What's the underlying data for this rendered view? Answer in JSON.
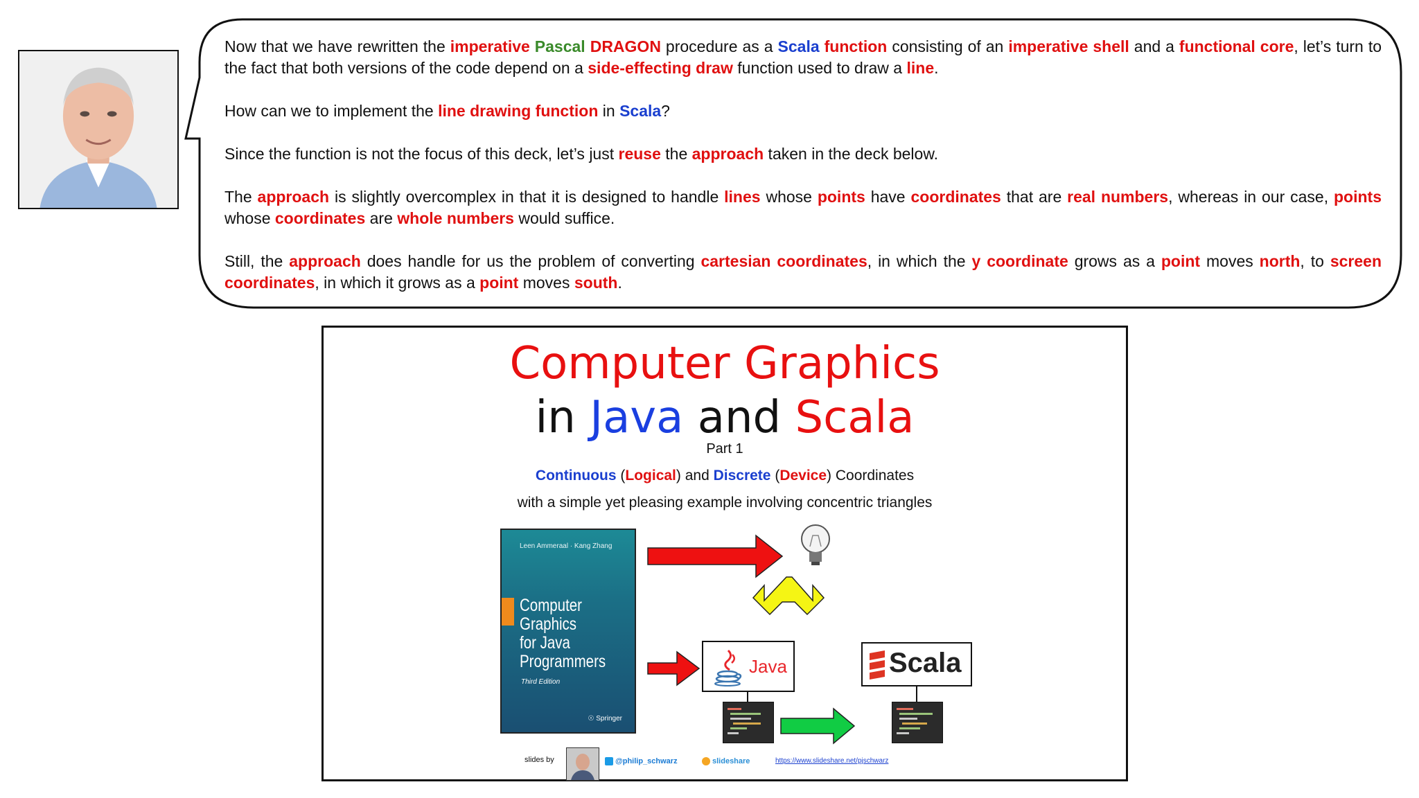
{
  "speech": {
    "p1": [
      {
        "t": "Now that we have rewritten the ",
        "c": ""
      },
      {
        "t": "imperative",
        "c": "r"
      },
      {
        "t": " ",
        "c": ""
      },
      {
        "t": "Pascal",
        "c": "g"
      },
      {
        "t": " ",
        "c": ""
      },
      {
        "t": "DRAGON",
        "c": "r"
      },
      {
        "t": " procedure as a ",
        "c": ""
      },
      {
        "t": "Scala",
        "c": "b"
      },
      {
        "t": " ",
        "c": ""
      },
      {
        "t": "function",
        "c": "r"
      },
      {
        "t": " consisting of an ",
        "c": ""
      },
      {
        "t": "imperative shell",
        "c": "r"
      },
      {
        "t": " and a ",
        "c": ""
      },
      {
        "t": "functional core",
        "c": "r"
      },
      {
        "t": ", let’s turn to the fact that both versions of the code depend on a ",
        "c": ""
      },
      {
        "t": "side-effecting draw",
        "c": "r"
      },
      {
        "t": " function used to draw a ",
        "c": ""
      },
      {
        "t": "line",
        "c": "r"
      },
      {
        "t": ".",
        "c": ""
      }
    ],
    "p2": [
      {
        "t": "How can we to implement the ",
        "c": ""
      },
      {
        "t": "line drawing function",
        "c": "r"
      },
      {
        "t": " in ",
        "c": ""
      },
      {
        "t": "Scala",
        "c": "b"
      },
      {
        "t": "?",
        "c": ""
      }
    ],
    "p3": [
      {
        "t": "Since the function is not the focus of this deck, let’s just ",
        "c": ""
      },
      {
        "t": "reuse",
        "c": "r"
      },
      {
        "t": " the ",
        "c": ""
      },
      {
        "t": "approach",
        "c": "r"
      },
      {
        "t": " taken in the deck below.",
        "c": ""
      }
    ],
    "p4": [
      {
        "t": "The ",
        "c": ""
      },
      {
        "t": "approach",
        "c": "r"
      },
      {
        "t": " is slightly overcomplex in that it is designed to handle ",
        "c": ""
      },
      {
        "t": "lines",
        "c": "r"
      },
      {
        "t": " whose ",
        "c": ""
      },
      {
        "t": "points",
        "c": "r"
      },
      {
        "t": " have ",
        "c": ""
      },
      {
        "t": "coordinates",
        "c": "r"
      },
      {
        "t": " that are ",
        "c": ""
      },
      {
        "t": "real numbers",
        "c": "r"
      },
      {
        "t": ", whereas in our case, ",
        "c": ""
      },
      {
        "t": "points",
        "c": "r"
      },
      {
        "t": " whose ",
        "c": ""
      },
      {
        "t": "coordinates",
        "c": "r"
      },
      {
        "t": " are ",
        "c": ""
      },
      {
        "t": "whole numbers",
        "c": "r"
      },
      {
        "t": " would suffice.",
        "c": ""
      }
    ],
    "p5": [
      {
        "t": "Still, the ",
        "c": ""
      },
      {
        "t": "approach",
        "c": "r"
      },
      {
        "t": " does handle for us the problem of converting ",
        "c": ""
      },
      {
        "t": "cartesian coordinates",
        "c": "r"
      },
      {
        "t": ", in which the ",
        "c": ""
      },
      {
        "t": "y coordinate",
        "c": "r"
      },
      {
        "t": " grows as a ",
        "c": ""
      },
      {
        "t": "point",
        "c": "r"
      },
      {
        "t": " moves ",
        "c": ""
      },
      {
        "t": "north",
        "c": "r"
      },
      {
        "t": ", to ",
        "c": ""
      },
      {
        "t": "screen coordinates",
        "c": "r"
      },
      {
        "t": ", in which it grows as a ",
        "c": ""
      },
      {
        "t": "point",
        "c": "r"
      },
      {
        "t": " moves  ",
        "c": ""
      },
      {
        "t": "south",
        "c": "r"
      },
      {
        "t": ".",
        "c": ""
      }
    ]
  },
  "deck": {
    "title_line1": "Computer Graphics",
    "title_in": "in ",
    "title_java": "Java",
    "title_and": " and ",
    "title_scala": "Scala",
    "part": "Part 1",
    "sub_continuous": "Continuous",
    "sub_open1": " (",
    "sub_logical": "Logical",
    "sub_and": ") and ",
    "sub_discrete": "Discrete",
    "sub_open2": " (",
    "sub_device": "Device",
    "sub_close": ") Coordinates",
    "sub2": "with a simple yet pleasing example involving concentric triangles",
    "book_authors": "Leen Ammeraal · Kang Zhang",
    "book_title_l1": "Computer",
    "book_title_l2": "Graphics",
    "book_title_l3": "for Java",
    "book_title_l4": "Programmers",
    "book_edition": "Third Edition",
    "book_publisher": "Springer",
    "java_word": "Java",
    "scala_word": "Scala",
    "footer_slides_by": "slides by",
    "footer_twitter": "@philip_schwarz",
    "footer_slideshare": "slideshare",
    "footer_url": "https://www.slideshare.net/pjschwarz"
  },
  "colors": {
    "red": "#e01010",
    "blue": "#1a3fcf",
    "green": "#3a8a2a",
    "arrow_red": "#ee1111",
    "arrow_green": "#11cc44",
    "arrow_yellow": "#f5f514"
  }
}
